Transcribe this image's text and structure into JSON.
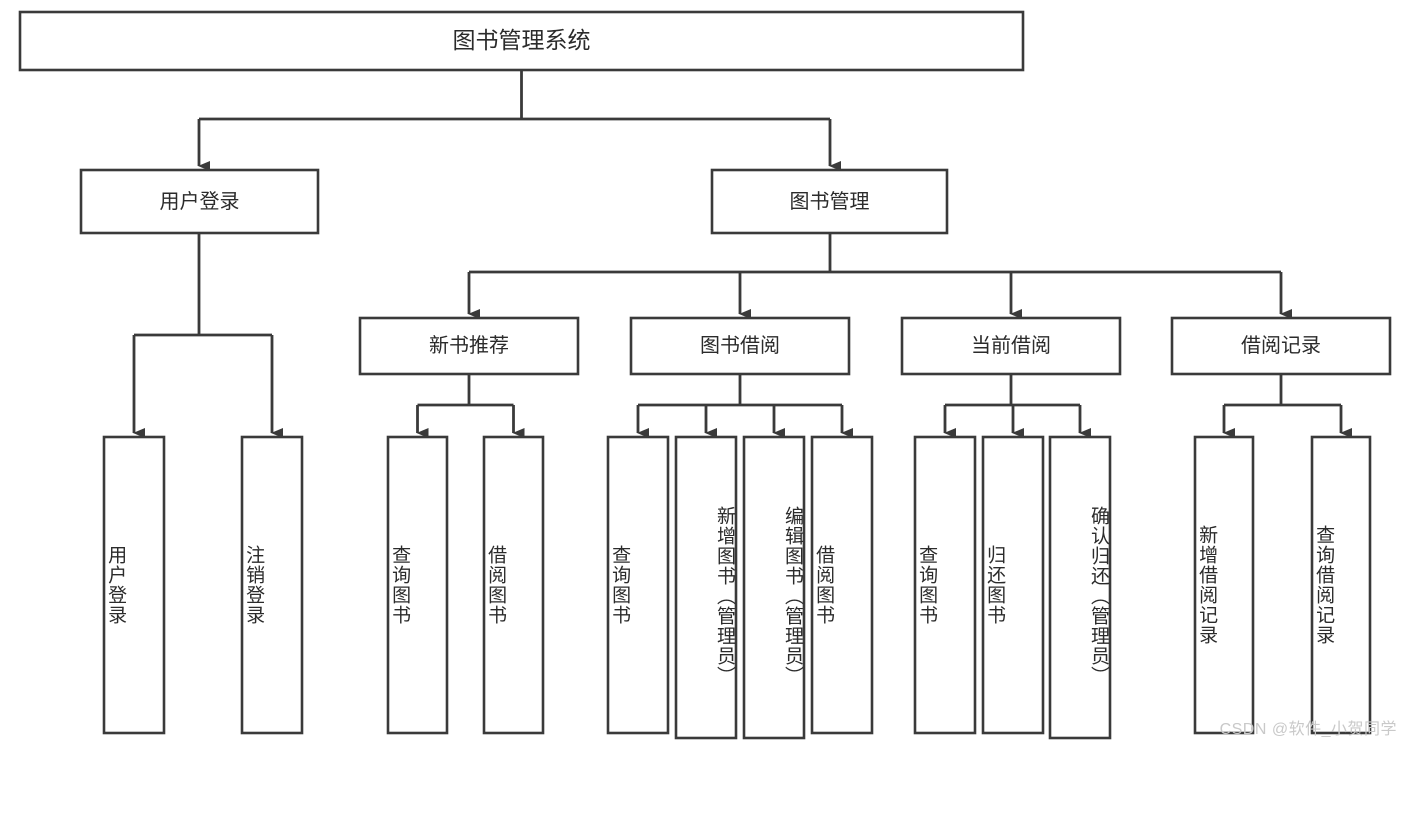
{
  "diagram": {
    "title_text": "图书管理系统",
    "type": "hierarchy-tree",
    "orientation": "top-down",
    "watermark": "CSDN @软件_小贺同学",
    "colors": {
      "background": "#ffffff",
      "box_border": "#3a3a3a",
      "box_fill": "#ffffff",
      "connector": "#3a3a3a",
      "text": "#2b2b2b",
      "watermark": "#c9c9c9"
    },
    "root": {
      "label": "图书管理系统"
    },
    "level2": [
      {
        "label": "用户登录"
      },
      {
        "label": "图书管理"
      }
    ],
    "level3": [
      {
        "label": "新书推荐"
      },
      {
        "label": "图书借阅"
      },
      {
        "label": "当前借阅"
      },
      {
        "label": "借阅记录"
      }
    ],
    "leaves": {
      "user_login": [
        {
          "label": "用户登录"
        },
        {
          "label": "注销登录"
        }
      ],
      "new_book_recommend": [
        {
          "label": "查询图书"
        },
        {
          "label": "借阅图书"
        }
      ],
      "book_borrow": [
        {
          "label": "查询图书"
        },
        {
          "label": "新增图书（管理员）"
        },
        {
          "label": "编辑图书（管理员）"
        },
        {
          "label": "借阅图书"
        }
      ],
      "current_borrow": [
        {
          "label": "查询图书"
        },
        {
          "label": "归还图书"
        },
        {
          "label": "确认归还（管理员）"
        }
      ],
      "borrow_record": [
        {
          "label": "新增借阅记录"
        },
        {
          "label": "查询借阅记录"
        }
      ]
    },
    "edges": [
      {
        "from": "图书管理系统",
        "to": "用户登录"
      },
      {
        "from": "图书管理系统",
        "to": "图书管理"
      },
      {
        "from": "图书管理",
        "to": "新书推荐"
      },
      {
        "from": "图书管理",
        "to": "图书借阅"
      },
      {
        "from": "图书管理",
        "to": "当前借阅"
      },
      {
        "from": "图书管理",
        "to": "借阅记录"
      },
      {
        "from": "用户登录",
        "to": "用户登录"
      },
      {
        "from": "用户登录",
        "to": "注销登录"
      },
      {
        "from": "新书推荐",
        "to": "查询图书"
      },
      {
        "from": "新书推荐",
        "to": "借阅图书"
      },
      {
        "from": "图书借阅",
        "to": "查询图书"
      },
      {
        "from": "图书借阅",
        "to": "新增图书（管理员）"
      },
      {
        "from": "图书借阅",
        "to": "编辑图书（管理员）"
      },
      {
        "from": "图书借阅",
        "to": "借阅图书"
      },
      {
        "from": "当前借阅",
        "to": "查询图书"
      },
      {
        "from": "当前借阅",
        "to": "归还图书"
      },
      {
        "from": "当前借阅",
        "to": "确认归还（管理员）"
      },
      {
        "from": "借阅记录",
        "to": "新增借阅记录"
      },
      {
        "from": "借阅记录",
        "to": "查询借阅记录"
      }
    ]
  }
}
